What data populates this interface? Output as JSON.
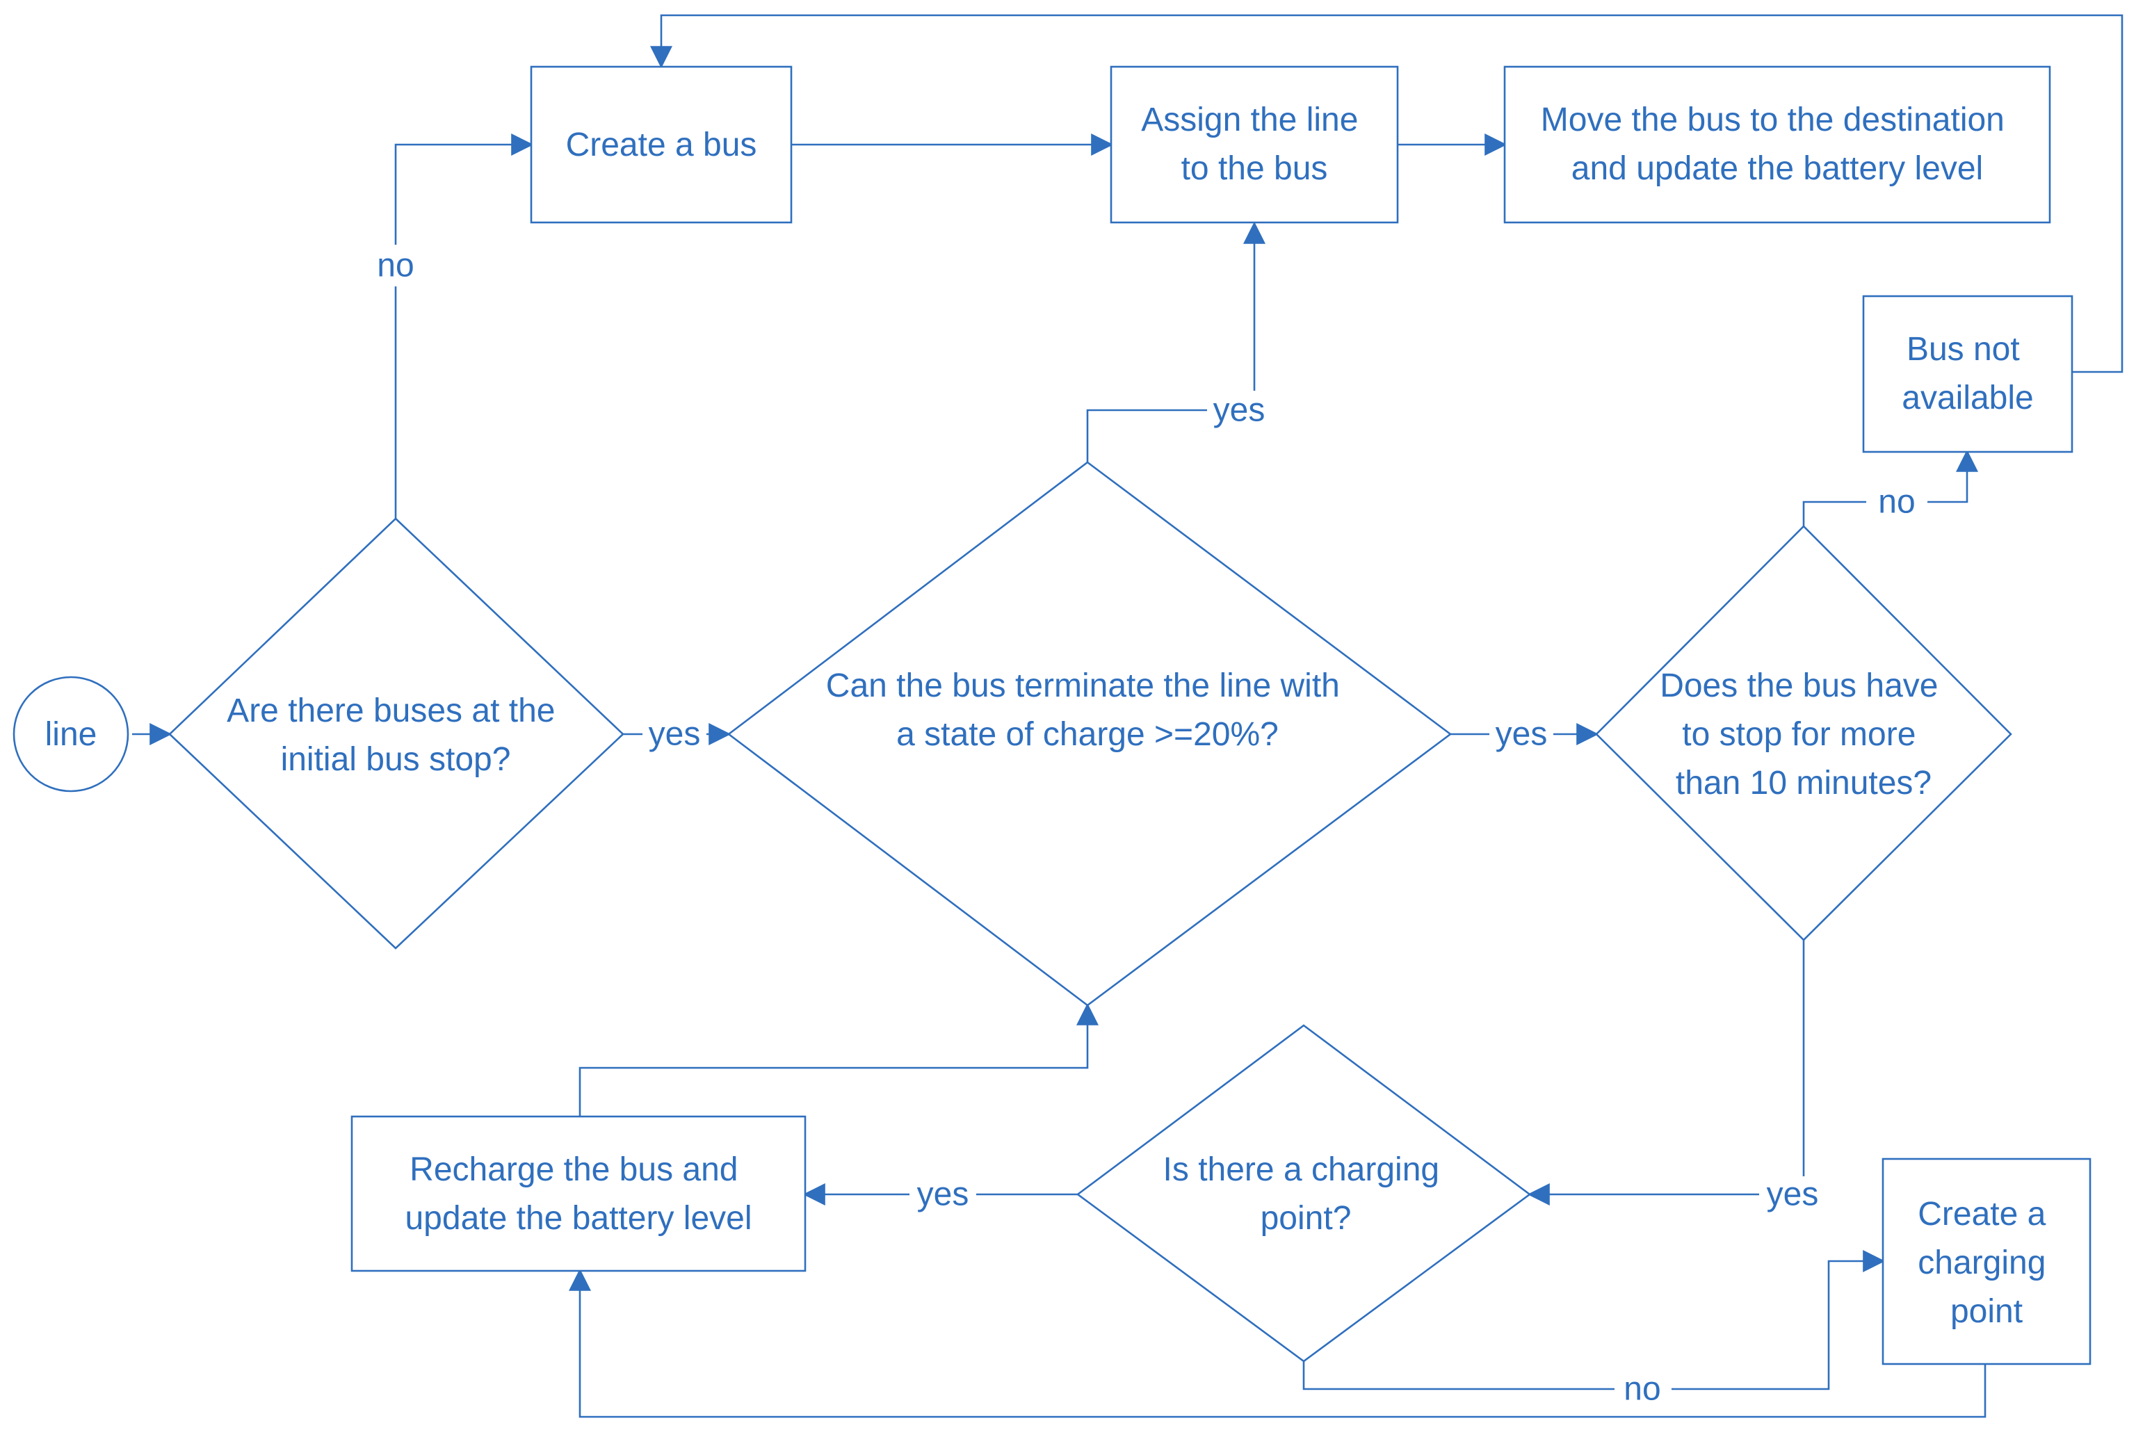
{
  "nodes": {
    "start": [
      "line"
    ],
    "create_bus": [
      "Create a bus"
    ],
    "assign_line": [
      "Assign the line",
      "to the bus"
    ],
    "move_bus": [
      "Move the bus to the destination",
      "and update the battery level"
    ],
    "bus_not_available": [
      "Bus not",
      "available"
    ],
    "buses_at_stop": [
      "Are there buses at the",
      "initial bus stop?"
    ],
    "can_terminate": [
      "Can the bus terminate the line with",
      "a state of charge >=20%?"
    ],
    "stop_long": [
      "Does the bus have",
      "to stop for more",
      "than 10 minutes?"
    ],
    "charging_point_q": [
      "Is there a charging",
      "point?"
    ],
    "recharge": [
      "Recharge the bus and",
      "update the battery level"
    ],
    "create_charging": [
      "Create a",
      "charging",
      "point"
    ]
  },
  "edge_labels": {
    "buses_no": "no",
    "buses_yes": "yes",
    "terminate_yes_up": "yes",
    "terminate_yes_right": "yes",
    "stop_no": "no",
    "stop_yes": "yes",
    "charging_yes": "yes",
    "charging_no": "no"
  },
  "colors": {
    "line": "#2f6fbe",
    "text": "#2f6fbe",
    "background": "#ffffff"
  }
}
